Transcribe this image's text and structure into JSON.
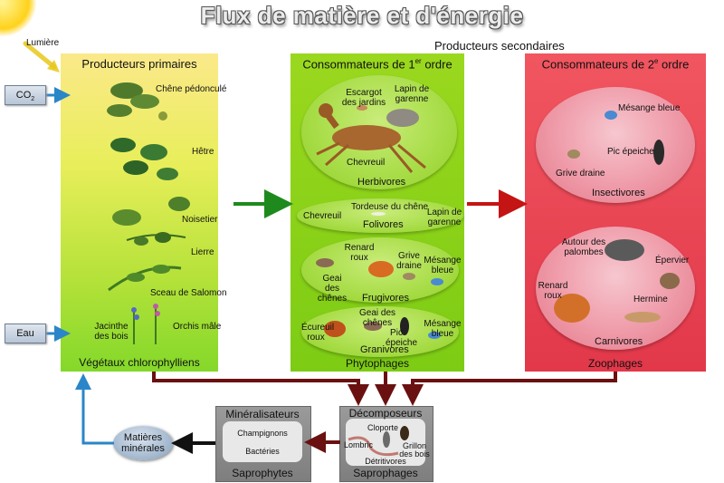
{
  "title": "Flux de matière et d'énergie",
  "inputs": {
    "light": "Lumière",
    "co2": "CO",
    "co2_sub": "2",
    "water": "Eau"
  },
  "secondary_producers": "Producteurs secondaires",
  "primary": {
    "heading": "Producteurs primaires",
    "footer": "Végétaux chlorophylliens",
    "plants": [
      "Chêne pédonculé",
      "Hêtre",
      "Noisetier",
      "Lierre",
      "Sceau de Salomon",
      "Jacinthe des bois",
      "Orchis mâle"
    ]
  },
  "consumers1": {
    "heading_pre": "Consommateurs de 1",
    "heading_sup": "er",
    "heading_post": " ordre",
    "footer": "Phytophages",
    "herbivores": {
      "label": "Herbivores",
      "animals": [
        "Escargot des jardins",
        "Lapin de garenne",
        "Chevreuil"
      ]
    },
    "folivores": {
      "label": "Folivores",
      "animals": [
        "Chevreuil",
        "Tordeuse du chêne",
        "Lapin de garenne"
      ]
    },
    "frugivores": {
      "label": "Frugivores",
      "animals": [
        "Renard roux",
        "Grive draine",
        "Mésange bleue",
        "Geai des chênes"
      ]
    },
    "granivores": {
      "label": "Granivores",
      "animals": [
        "Écureuil roux",
        "Geai des chênes",
        "Pic épeiche",
        "Mésange bleue"
      ]
    }
  },
  "consumers2": {
    "heading_pre": "Consommateurs de 2",
    "heading_sup": "e",
    "heading_post": " ordre",
    "footer": "Zoophages",
    "insectivores": {
      "label": "Insectivores",
      "animals": [
        "Mésange bleue",
        "Pic épeiche",
        "Grive draine"
      ]
    },
    "carnivores": {
      "label": "Carnivores",
      "animals": [
        "Autour des palombes",
        "Épervier",
        "Renard roux",
        "Hermine"
      ]
    }
  },
  "decomposers": {
    "heading": "Décomposeurs",
    "footer": "Saprophages",
    "inner_label": "Détritivores",
    "animals": [
      "Cloporte",
      "Lombric",
      "Grillon des bois"
    ]
  },
  "mineralizers": {
    "heading": "Minéralisateurs",
    "footer": "Saprophytes",
    "items": [
      "Champignons",
      "Bactéries"
    ]
  },
  "minerals": "Matières minérales",
  "colors": {
    "flow_green": "#1e8a1e",
    "flow_red": "#c41414",
    "flow_brown": "#6a1010",
    "flow_blue": "#2a86c8",
    "flow_black": "#111111"
  }
}
